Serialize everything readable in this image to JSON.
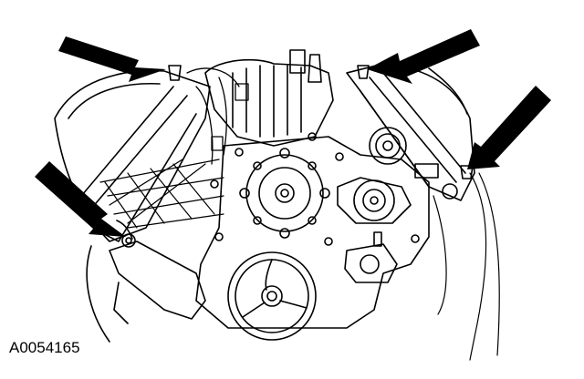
{
  "figure": {
    "caption": "A0054165",
    "colors": {
      "line": "#000000",
      "background": "#ffffff"
    },
    "callout_arrows": [
      {
        "id": "arrow-upper-left",
        "points_to": "left-cylinder-head-rear-fastener"
      },
      {
        "id": "arrow-upper-right",
        "points_to": "right-cylinder-head-rear-fastener"
      },
      {
        "id": "arrow-right",
        "points_to": "right-cylinder-head-front-fastener"
      },
      {
        "id": "arrow-lower-left",
        "points_to": "left-cylinder-head-front-fastener"
      }
    ]
  }
}
